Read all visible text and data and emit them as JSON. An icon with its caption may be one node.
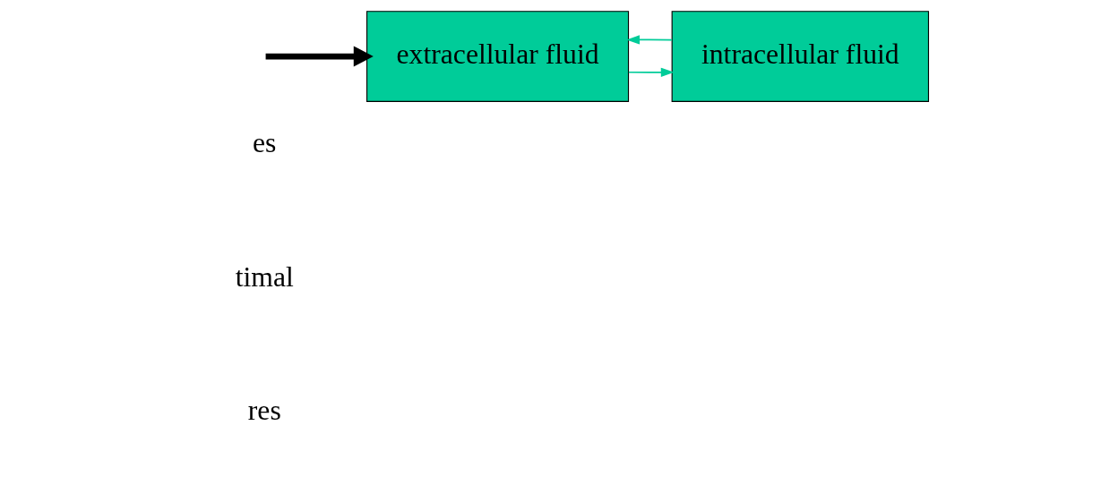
{
  "diagram": {
    "nodes": [
      {
        "text": [
          "extracellular fluid"
        ]
      },
      {
        "text": [
          "intracellular fluid"
        ]
      }
    ],
    "edges": [
      {
        "from": 0,
        "to": 1,
        "arrow": "to"
      },
      {
        "from": 1,
        "to": 0,
        "arrow": "to"
      },
      {
        "from": null,
        "to": 0,
        "arrow": "to",
        "style": "thick",
        "color": "#000000"
      }
    ],
    "labels": [
      "es",
      "timal",
      "res"
    ]
  }
}
